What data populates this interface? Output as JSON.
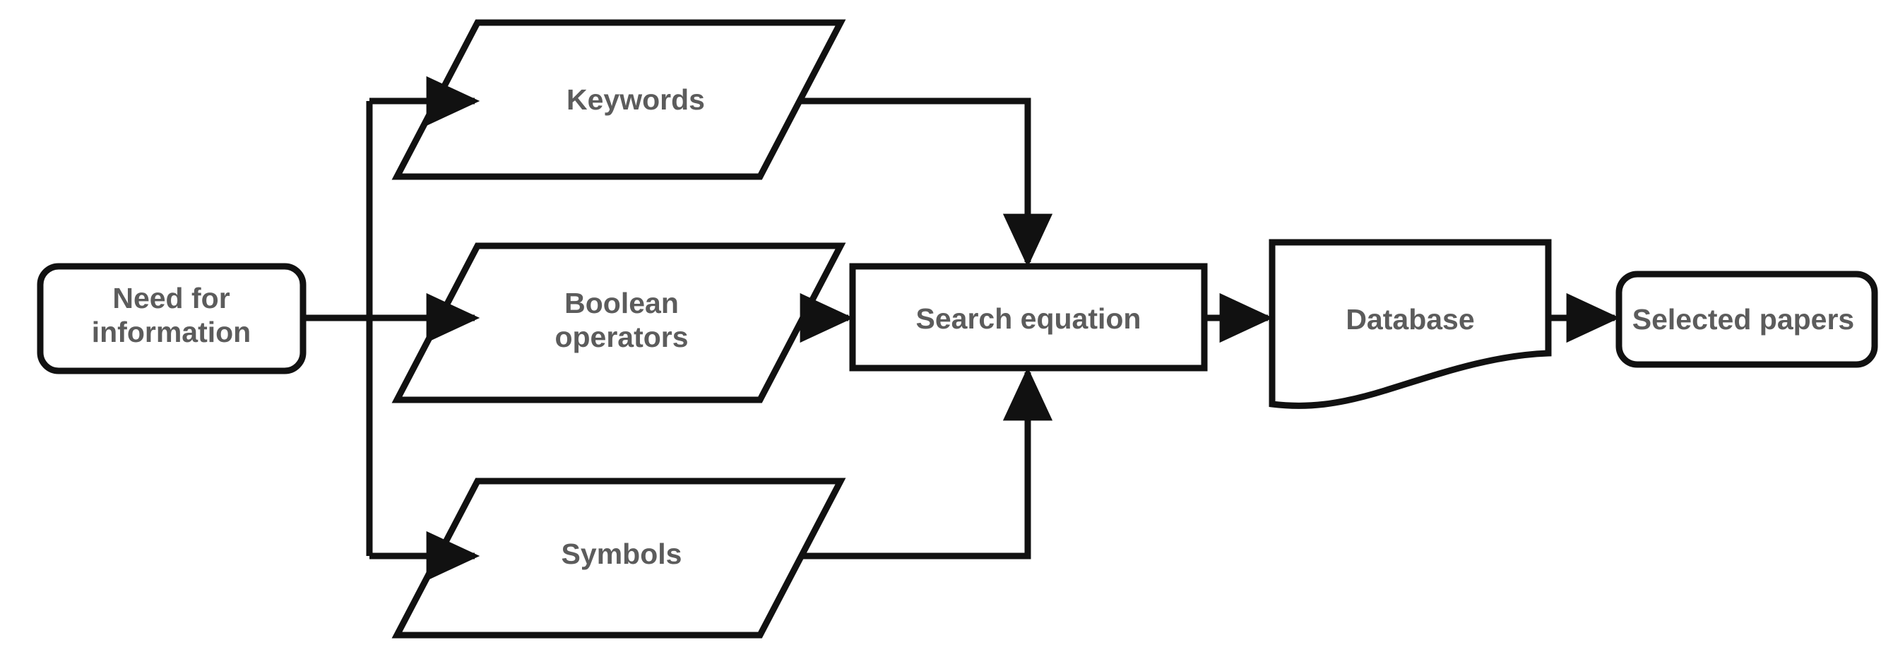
{
  "diagram": {
    "title": "Literature search process flowchart",
    "type": "flowchart",
    "background_color": "#ffffff",
    "stroke_color": "#111111",
    "text_color": "#5c5c5c",
    "nodes": [
      {
        "id": "need",
        "label": "Need for\ninformation",
        "shape": "rounded-rectangle"
      },
      {
        "id": "keywords",
        "label": "Keywords",
        "shape": "parallelogram"
      },
      {
        "id": "boolean",
        "label": "Boolean\noperators",
        "shape": "parallelogram"
      },
      {
        "id": "symbols",
        "label": "Symbols",
        "shape": "parallelogram"
      },
      {
        "id": "search",
        "label": "Search equation",
        "shape": "rectangle"
      },
      {
        "id": "database",
        "label": "Database",
        "shape": "document"
      },
      {
        "id": "selected",
        "label": "Selected papers",
        "shape": "rounded-rectangle"
      }
    ],
    "edges": [
      {
        "from": "need",
        "to": "keywords",
        "arrow": "true"
      },
      {
        "from": "need",
        "to": "boolean",
        "arrow": "true"
      },
      {
        "from": "need",
        "to": "symbols",
        "arrow": "true"
      },
      {
        "from": "keywords",
        "to": "search",
        "arrow": "true"
      },
      {
        "from": "boolean",
        "to": "search",
        "arrow": "true"
      },
      {
        "from": "symbols",
        "to": "search",
        "arrow": "true"
      },
      {
        "from": "search",
        "to": "database",
        "arrow": "true"
      },
      {
        "from": "database",
        "to": "selected",
        "arrow": "true"
      }
    ]
  }
}
